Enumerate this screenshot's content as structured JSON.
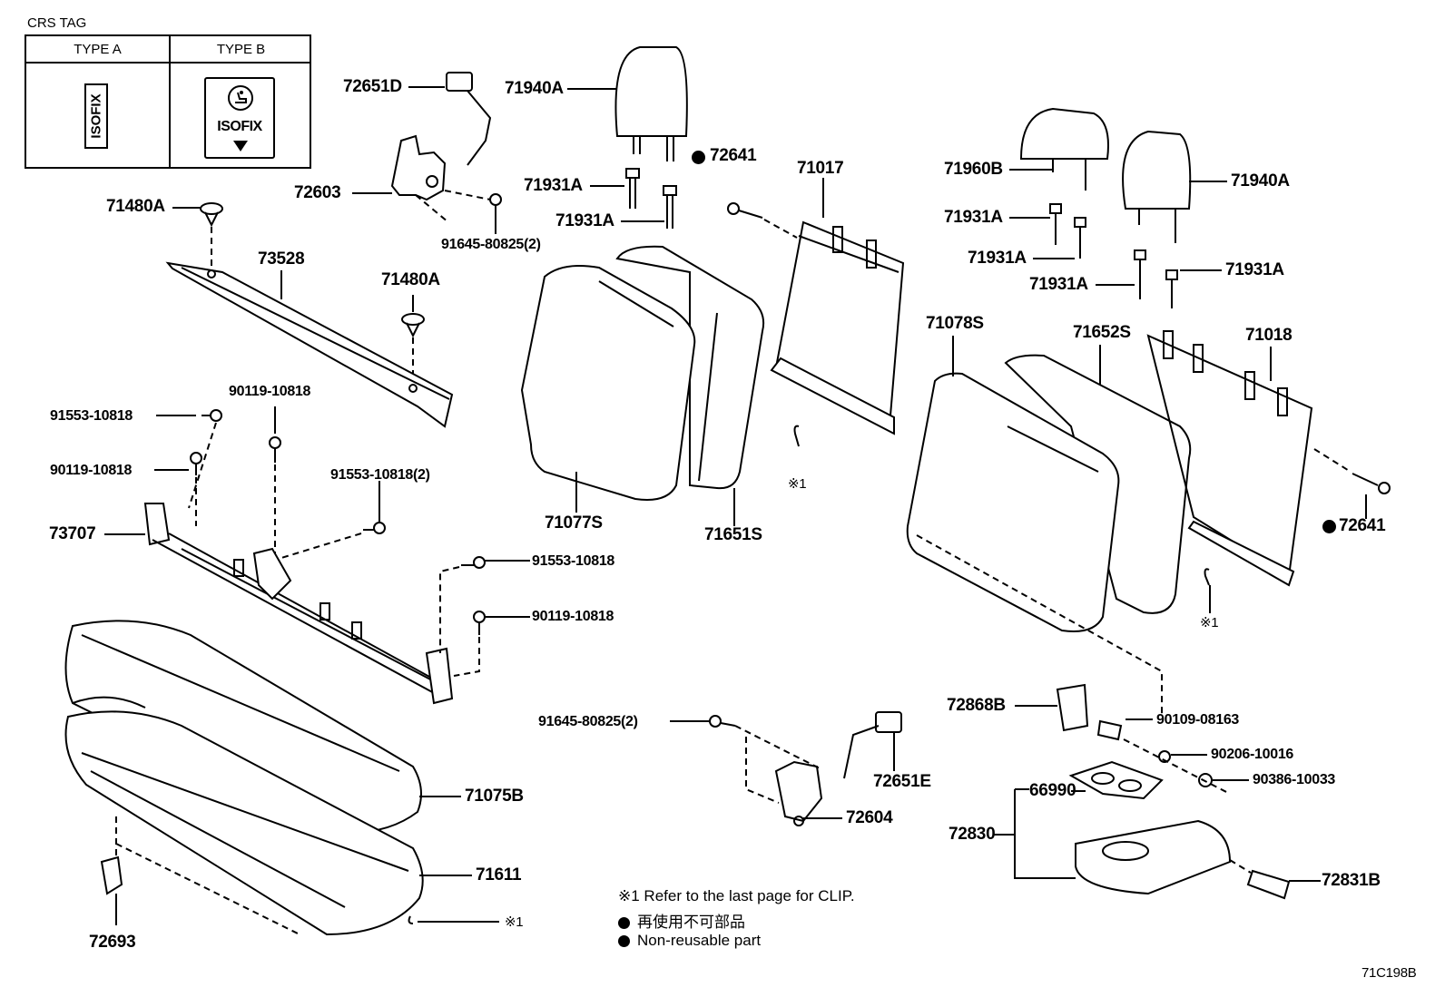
{
  "crs_tag": {
    "title": "CRS TAG",
    "type_a": "TYPE A",
    "type_b": "TYPE B",
    "isofix_text": "ISOFIX"
  },
  "labels": {
    "p72651D": "72651D",
    "p71940A_l": "71940A",
    "p72641_t": "72641",
    "p71017": "71017",
    "p71960B": "71960B",
    "p71940A_r": "71940A",
    "p72603": "72603",
    "p71931A_1": "71931A",
    "p71931A_2": "71931A",
    "p71931A_3": "71931A",
    "p71931A_4": "71931A",
    "p71931A_5": "71931A",
    "p71931A_6": "71931A",
    "p71480A_1": "71480A",
    "p71480A_2": "71480A",
    "p91645_t": "91645-80825(2)",
    "p73528": "73528",
    "p71078S": "71078S",
    "p71652S": "71652S",
    "p71018": "71018",
    "p90119_1": "90119-10818",
    "p91553_1": "91553-10818",
    "p90119_2": "90119-10818",
    "p91553_2": "91553-10818(2)",
    "p73707": "73707",
    "p71077S": "71077S",
    "p71651S": "71651S",
    "p72641_r": "72641",
    "clip1_a": "※1",
    "clip1_b": "※1",
    "clip1_c": "※1",
    "p91553_3": "91553-10818",
    "p90119_3": "90119-10818",
    "p72868B": "72868B",
    "p90109": "90109-08163",
    "p91645_b": "91645-80825(2)",
    "p90206": "90206-10016",
    "p72651E": "72651E",
    "p90386": "90386-10033",
    "p66990": "66990",
    "p71075B": "71075B",
    "p72830": "72830",
    "p72604": "72604",
    "p71611": "71611",
    "p72831B": "72831B",
    "p72693": "72693"
  },
  "notes": {
    "clip": "※1 Refer to the last page for CLIP.",
    "jp": "再使用不可部品",
    "en": "Non-reusable part"
  },
  "figure_id": "71C198B"
}
